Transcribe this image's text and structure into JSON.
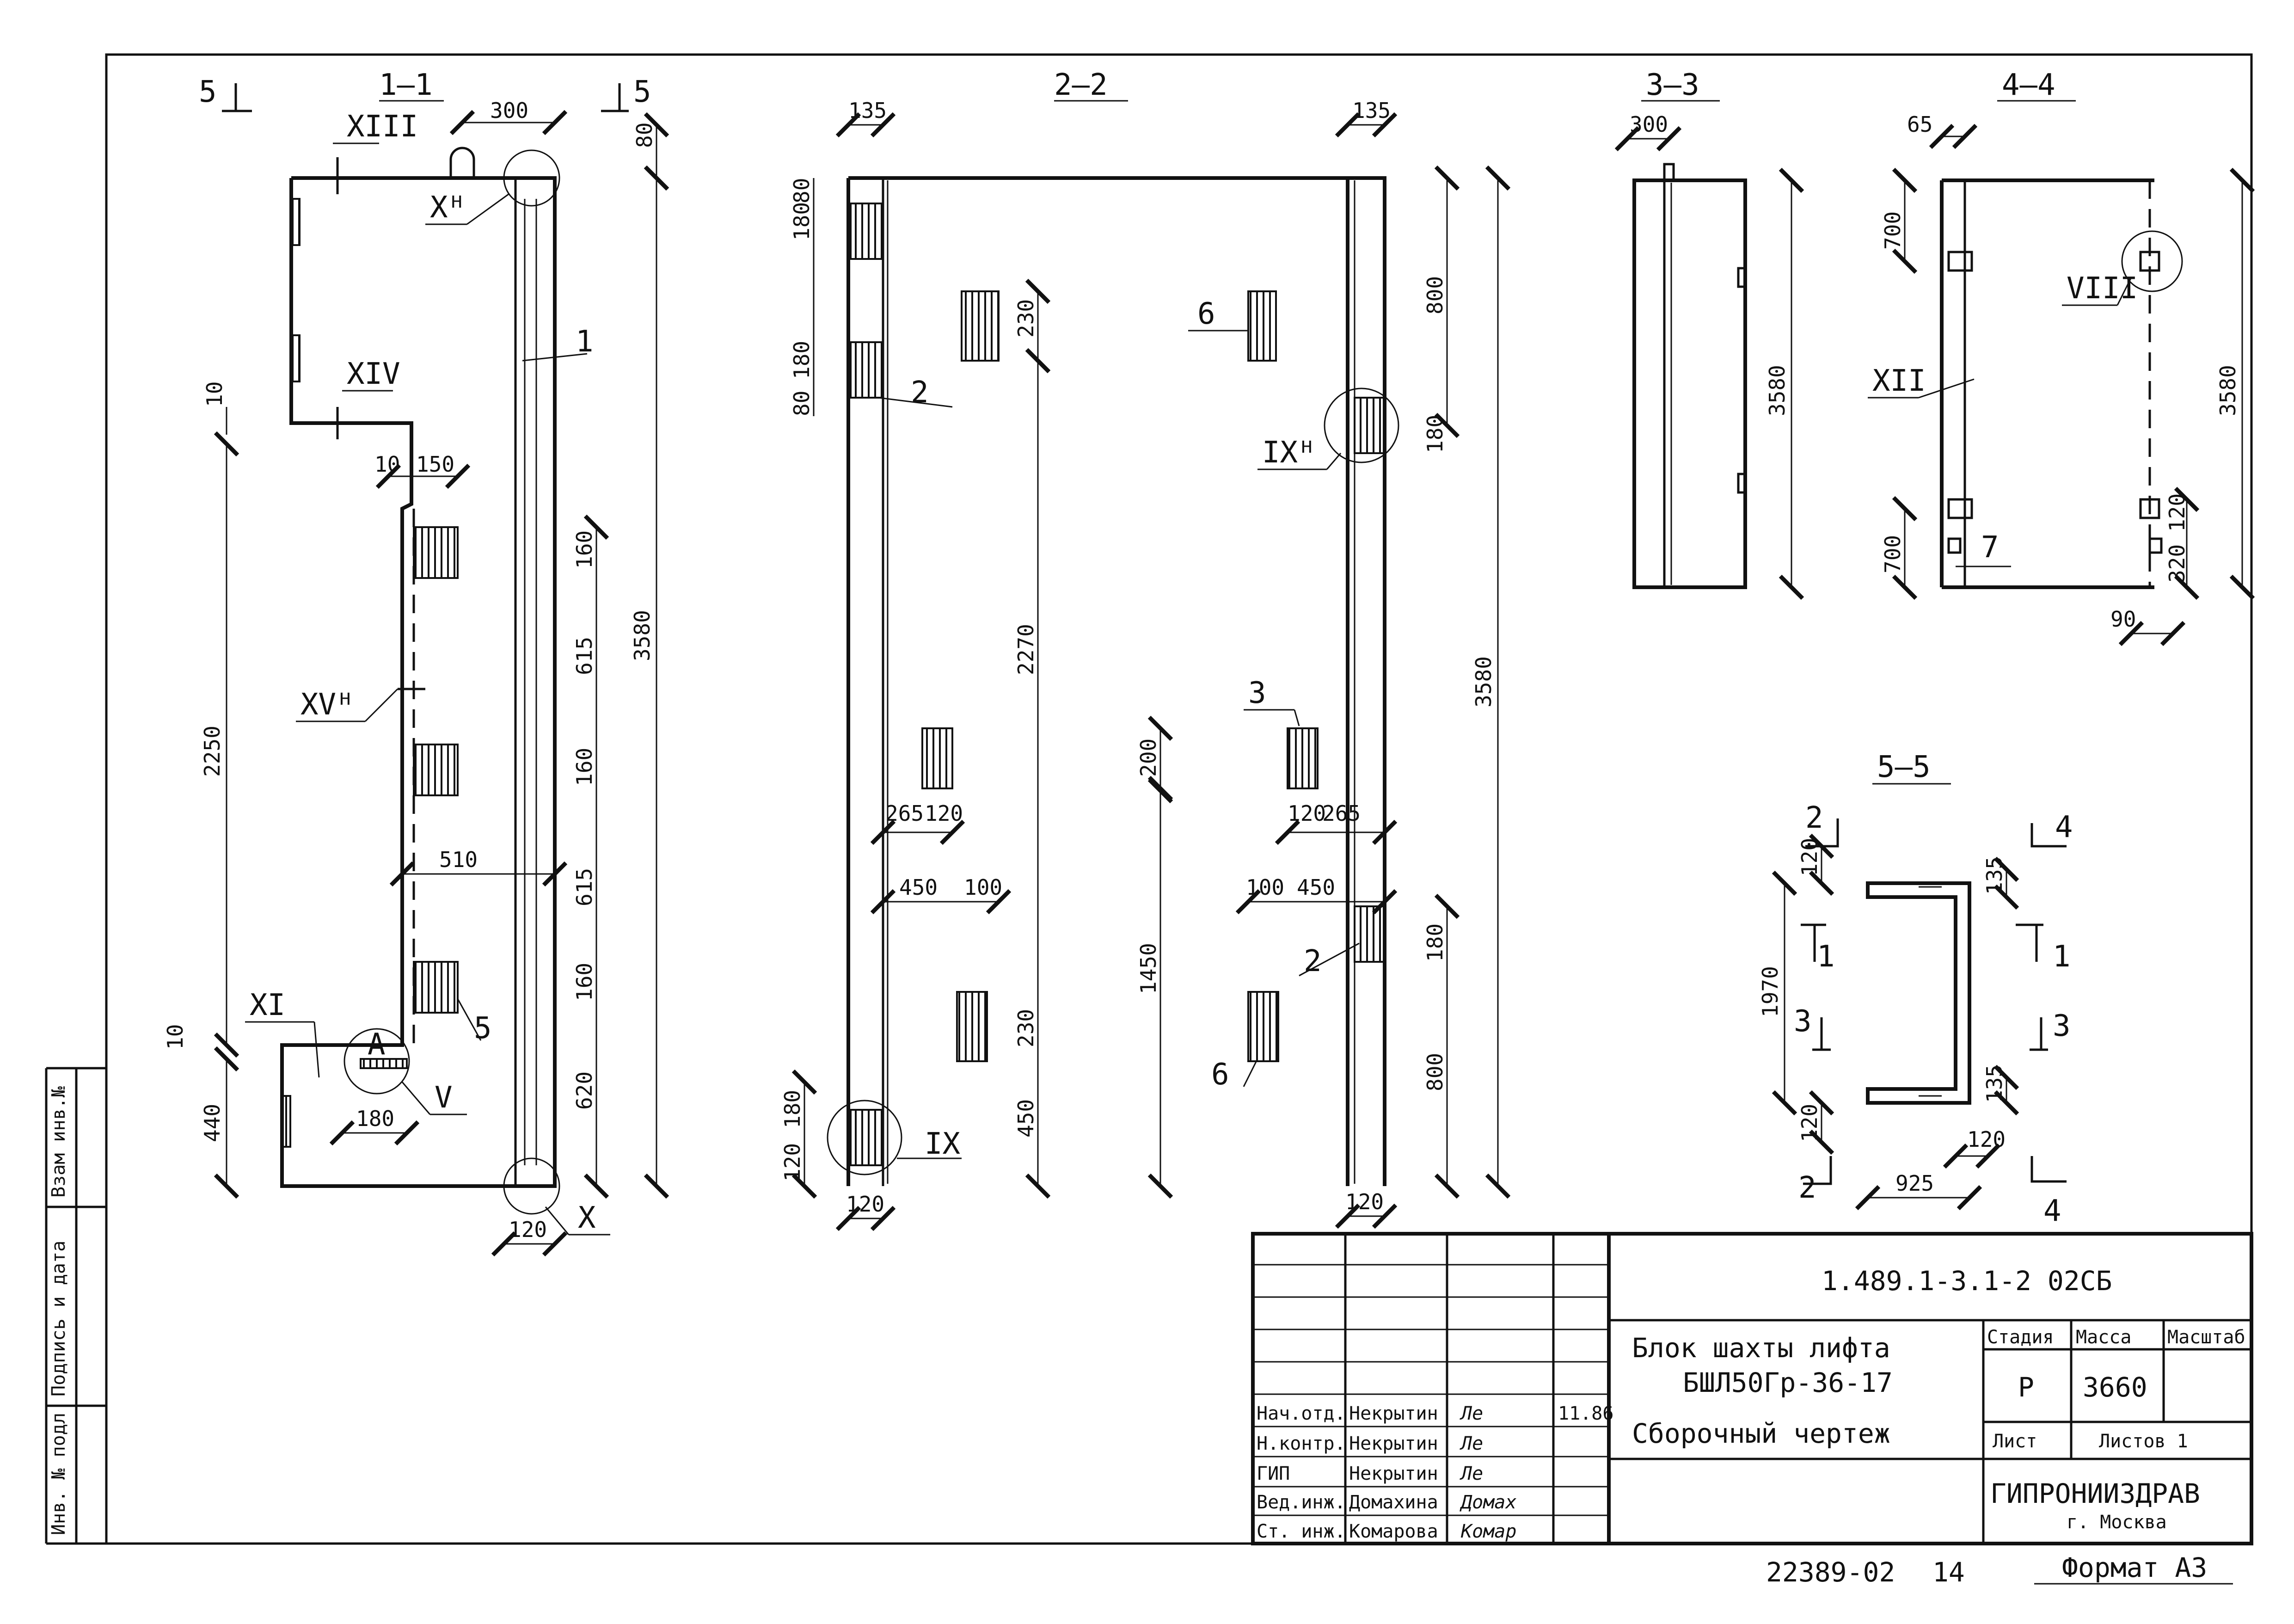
{
  "sections": {
    "s11": {
      "title": "1–1",
      "mark_left": "5",
      "mark_right": "5"
    },
    "s22": {
      "title": "2–2"
    },
    "s33": {
      "title": "3–3"
    },
    "s44": {
      "title": "4–4"
    },
    "s55": {
      "title": "5–5",
      "cut_2": "2",
      "cut_4": "4",
      "cut_1": "1",
      "cut_3": "3"
    }
  },
  "callouts": {
    "s11": [
      "XIII",
      "Xᴴ",
      "XIV",
      "XVᴴ",
      "XI",
      "V",
      "X",
      "A",
      "1",
      "5"
    ],
    "s22": [
      "2",
      "IX",
      "6",
      "IXᴴ",
      "3",
      "2",
      "6"
    ],
    "s44": [
      "VIII",
      "XII",
      "7"
    ]
  },
  "dims": {
    "s11": [
      "300",
      "80",
      "10",
      "10",
      "150",
      "2250",
      "160",
      "615",
      "160",
      "510",
      "615",
      "160",
      "620",
      "3580",
      "10",
      "440",
      "180",
      "120"
    ],
    "s22": [
      "135",
      "180",
      "80",
      "180",
      "80",
      "230",
      "2270",
      "265",
      "120",
      "450",
      "100",
      "230",
      "450",
      "120",
      "180",
      "120",
      "135",
      "800",
      "180",
      "3580",
      "200",
      "120",
      "265",
      "100",
      "450",
      "1450",
      "180",
      "800",
      "120"
    ],
    "s33": [
      "300",
      "3580"
    ],
    "s44": [
      "65",
      "700",
      "700",
      "3580",
      "120",
      "320",
      "90"
    ],
    "s55": [
      "120",
      "135",
      "1970",
      "135",
      "120",
      "120",
      "925"
    ]
  },
  "side_stamp": [
    "Инв. № подл",
    "Подпись и дата",
    "Взам инв.№"
  ],
  "title_block": {
    "doc_code": "1.489.1-3.1-2 02СБ",
    "title_line1": "Блок шахты лифта",
    "title_line2": "БШЛ50Гр-36-17",
    "title_line3": "Сборочный чертеж",
    "col_stage": "Стадия",
    "col_mass": "Масса",
    "col_scale": "Масштаб",
    "stage": "Р",
    "mass": "3660",
    "sheet_label": "Лист",
    "sheets_label": "Листов 1",
    "org": "ГИПРОНИИЗДРАВ",
    "city": "г. Москва",
    "format": "Формат А3",
    "inv": "22389-02",
    "page": "14",
    "staff": [
      {
        "role": "Нач.отд.",
        "name": "Некрытин",
        "sign": "Ле",
        "date": "11.86"
      },
      {
        "role": "Н.контр.",
        "name": "Некрытин",
        "sign": "Ле",
        "date": ""
      },
      {
        "role": "ГИП",
        "name": "Некрытин",
        "sign": "Ле",
        "date": ""
      },
      {
        "role": "Вед.инж.",
        "name": "Домахина",
        "sign": "Домах",
        "date": ""
      },
      {
        "role": "Ст. инж.",
        "name": "Комарова",
        "sign": "Комар",
        "date": ""
      }
    ]
  }
}
